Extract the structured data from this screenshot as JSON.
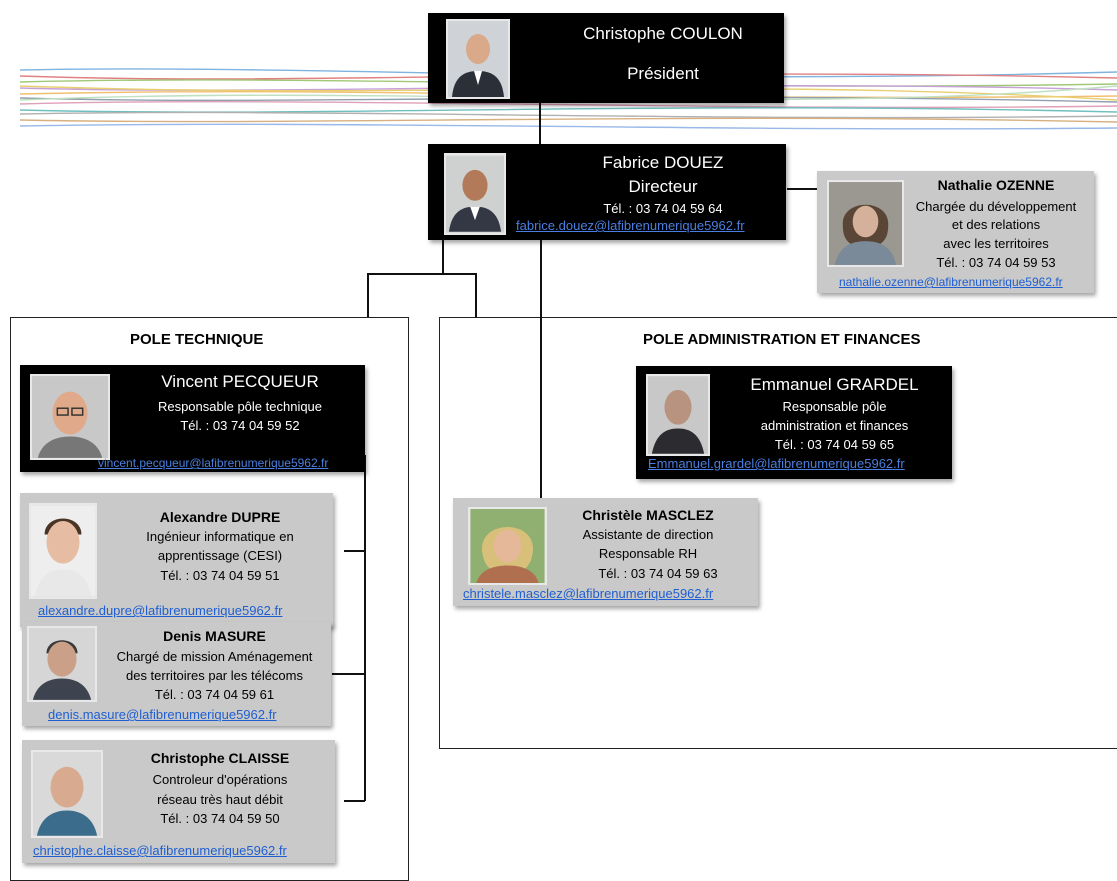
{
  "president": {
    "name": "Christophe COULON",
    "title": "Président"
  },
  "director": {
    "name": "Fabrice DOUEZ",
    "title": "Directeur",
    "phone": "Tél. : 03 74 04 59 64",
    "email": "fabrice.douez@lafibrenumerique5962.fr"
  },
  "advisor": {
    "name": "Nathalie OZENNE",
    "role_lines": [
      "Chargée du développement",
      "et des relations",
      "avec les territoires"
    ],
    "phone": "Tél. : 03 74 04 59 53",
    "email": "nathalie.ozenne@lafibrenumerique5962.fr"
  },
  "pole_technique": {
    "title": "POLE TECHNIQUE",
    "head": {
      "name": "Vincent PECQUEUR",
      "role": "Responsable pôle technique",
      "phone": "Tél. : 03 74 04 59 52",
      "email": "vincent.pecqueur@lafibrenumerique5962.fr"
    },
    "members": [
      {
        "name": "Alexandre DUPRE",
        "role_lines": [
          "Ingénieur informatique en",
          "apprentissage (CESI)"
        ],
        "phone": "Tél. : 03 74 04 59 51",
        "email": "alexandre.dupre@lafibrenumerique5962.fr"
      },
      {
        "name": "Denis MASURE",
        "role_lines": [
          "Chargé de mission Aménagement",
          "des territoires par les télécoms"
        ],
        "phone": "Tél. : 03 74 04 59 61",
        "email": "denis.masure@lafibrenumerique5962.fr"
      },
      {
        "name": "Christophe CLAISSE",
        "role_lines": [
          "Controleur d'opérations",
          "réseau très haut débit"
        ],
        "phone": "Tél. : 03 74 04 59 50",
        "email": "christophe.claisse@lafibrenumerique5962.fr"
      }
    ]
  },
  "pole_admin": {
    "title": "POLE ADMINISTRATION ET FINANCES",
    "head": {
      "name": "Emmanuel GRARDEL",
      "role_lines": [
        "Responsable pôle",
        "administration et finances"
      ],
      "phone": "Tél. : 03 74 04 59 65",
      "email": "Emmanuel.grardel@lafibrenumerique5962.fr"
    },
    "members": [
      {
        "name": "Christèle MASCLEZ",
        "role_lines": [
          "Assistante de direction",
          "Responsable RH"
        ],
        "phone": "Tél. : 03 74 04 59 63",
        "email": "christele.masclez@lafibrenumerique5962.fr"
      }
    ]
  }
}
